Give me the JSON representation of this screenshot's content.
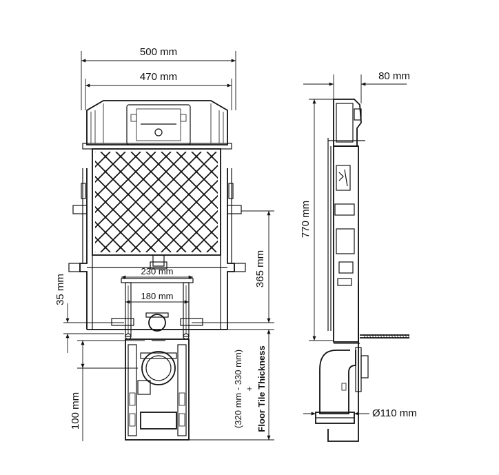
{
  "dimensions": {
    "overall_width": "500 mm",
    "inner_width": "470 mm",
    "depth": "80 mm",
    "height": "770 mm",
    "inlet_spacing": "230 mm",
    "stud_spacing": "180 mm",
    "drain_height": "365 mm",
    "bracket_height": "35 mm",
    "drain_offset": "100 mm",
    "pipe_diameter": "Ø110 mm"
  },
  "floor_note": {
    "range": "(320 mm - 330 mm)",
    "plus": "+",
    "label": "Floor Tile Thickness"
  },
  "colors": {
    "line": "#111111",
    "background": "#ffffff"
  }
}
